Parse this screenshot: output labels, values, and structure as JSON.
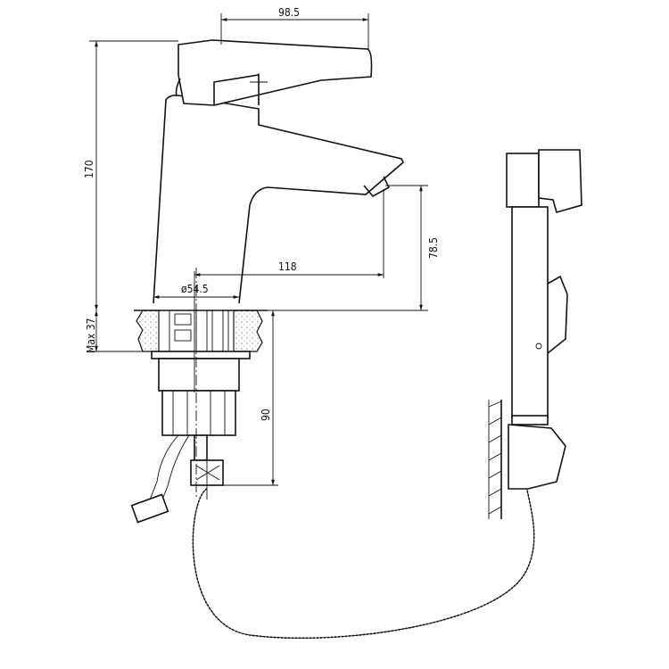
{
  "dimensions": {
    "handle_reach": "98.5",
    "total_height": "170",
    "spout_reach": "118",
    "spout_height": "78.5",
    "base_diameter": "ø54.5",
    "max_counter_thickness": "Max 37",
    "below_counter": "90"
  }
}
